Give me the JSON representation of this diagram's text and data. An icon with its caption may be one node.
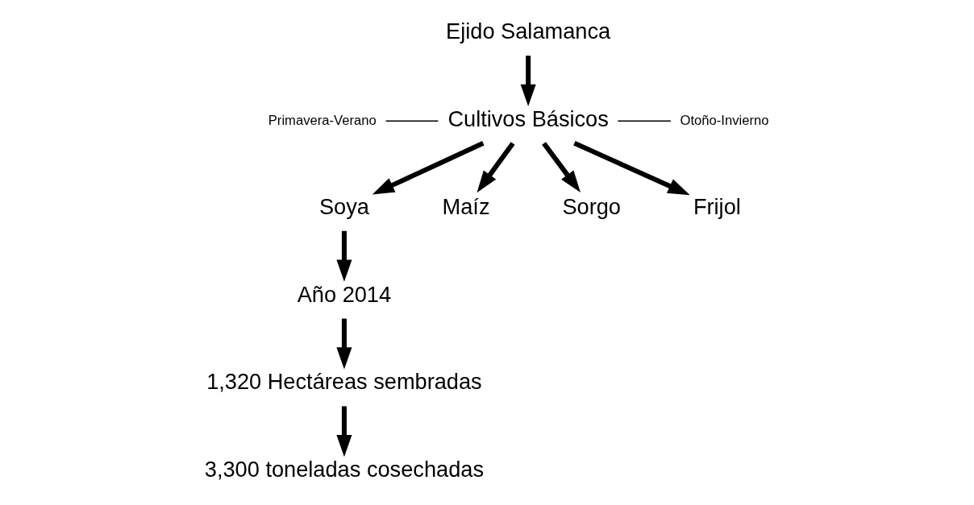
{
  "diagram": {
    "nodes": [
      {
        "text": [
          "Ejido Salamanca"
        ]
      },
      {
        "text": [
          "Cultivos Básicos"
        ]
      },
      {
        "text": [
          "Primavera-Verano"
        ]
      },
      {
        "text": [
          "Otoño-Invierno"
        ]
      },
      {
        "text": [
          "Soya"
        ]
      },
      {
        "text": [
          "Maíz"
        ]
      },
      {
        "text": [
          "Sorgo"
        ]
      },
      {
        "text": [
          "Frijol"
        ]
      },
      {
        "text": [
          "Año 2014"
        ]
      },
      {
        "text": [
          "1,320 Hectáreas sembradas"
        ]
      },
      {
        "text": [
          "3,300 toneladas cosechadas"
        ]
      }
    ],
    "edges": [
      {
        "from": 0,
        "to": 1,
        "arrow": "to"
      },
      {
        "from": 2,
        "to": 1,
        "arrow": "none"
      },
      {
        "from": 1,
        "to": 3,
        "arrow": "none"
      },
      {
        "from": 1,
        "to": 4,
        "arrow": "to"
      },
      {
        "from": 1,
        "to": 5,
        "arrow": "to"
      },
      {
        "from": 1,
        "to": 6,
        "arrow": "to"
      },
      {
        "from": 1,
        "to": 7,
        "arrow": "to"
      },
      {
        "from": 4,
        "to": 8,
        "arrow": "to"
      },
      {
        "from": 8,
        "to": 9,
        "arrow": "to"
      },
      {
        "from": 9,
        "to": 10,
        "arrow": "to"
      }
    ]
  }
}
